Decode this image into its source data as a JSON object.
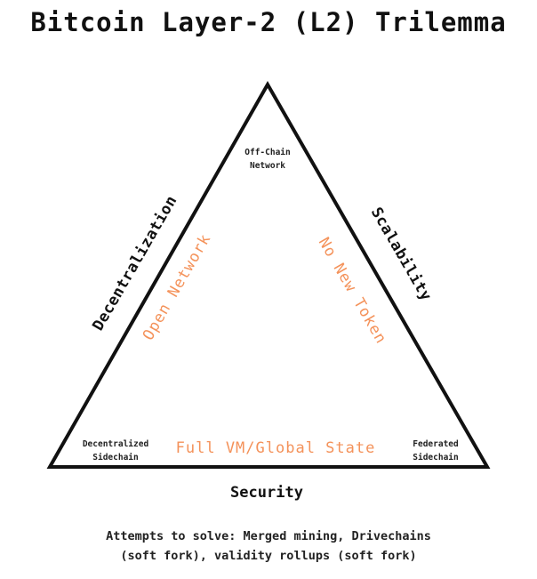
{
  "title": "Bitcoin Layer-2 (L2) Trilemma",
  "colors": {
    "outline": "#111111",
    "accent": "#f4925a"
  },
  "triangle": {
    "vertices": {
      "top": "Off-Chain\nNetwork",
      "bottom_left": "Decentralized\nSidechain",
      "bottom_right": "Federated\nSidechain"
    },
    "vertex_lines": {
      "top": [
        "Off-Chain",
        "Network"
      ],
      "bottom_left": [
        "Decentralized",
        "Sidechain"
      ],
      "bottom_right": [
        "Federated",
        "Sidechain"
      ]
    },
    "sides": {
      "left": "Decentralization",
      "right": "Scalability",
      "bottom": "Security"
    },
    "inner_labels": {
      "left": "Open Network",
      "right": "No New Token",
      "bottom": "Full VM/Global State"
    }
  },
  "footnote": {
    "line1": "Attempts to solve: Merged mining, Drivechains",
    "line2": "(soft fork), validity rollups (soft fork)"
  }
}
